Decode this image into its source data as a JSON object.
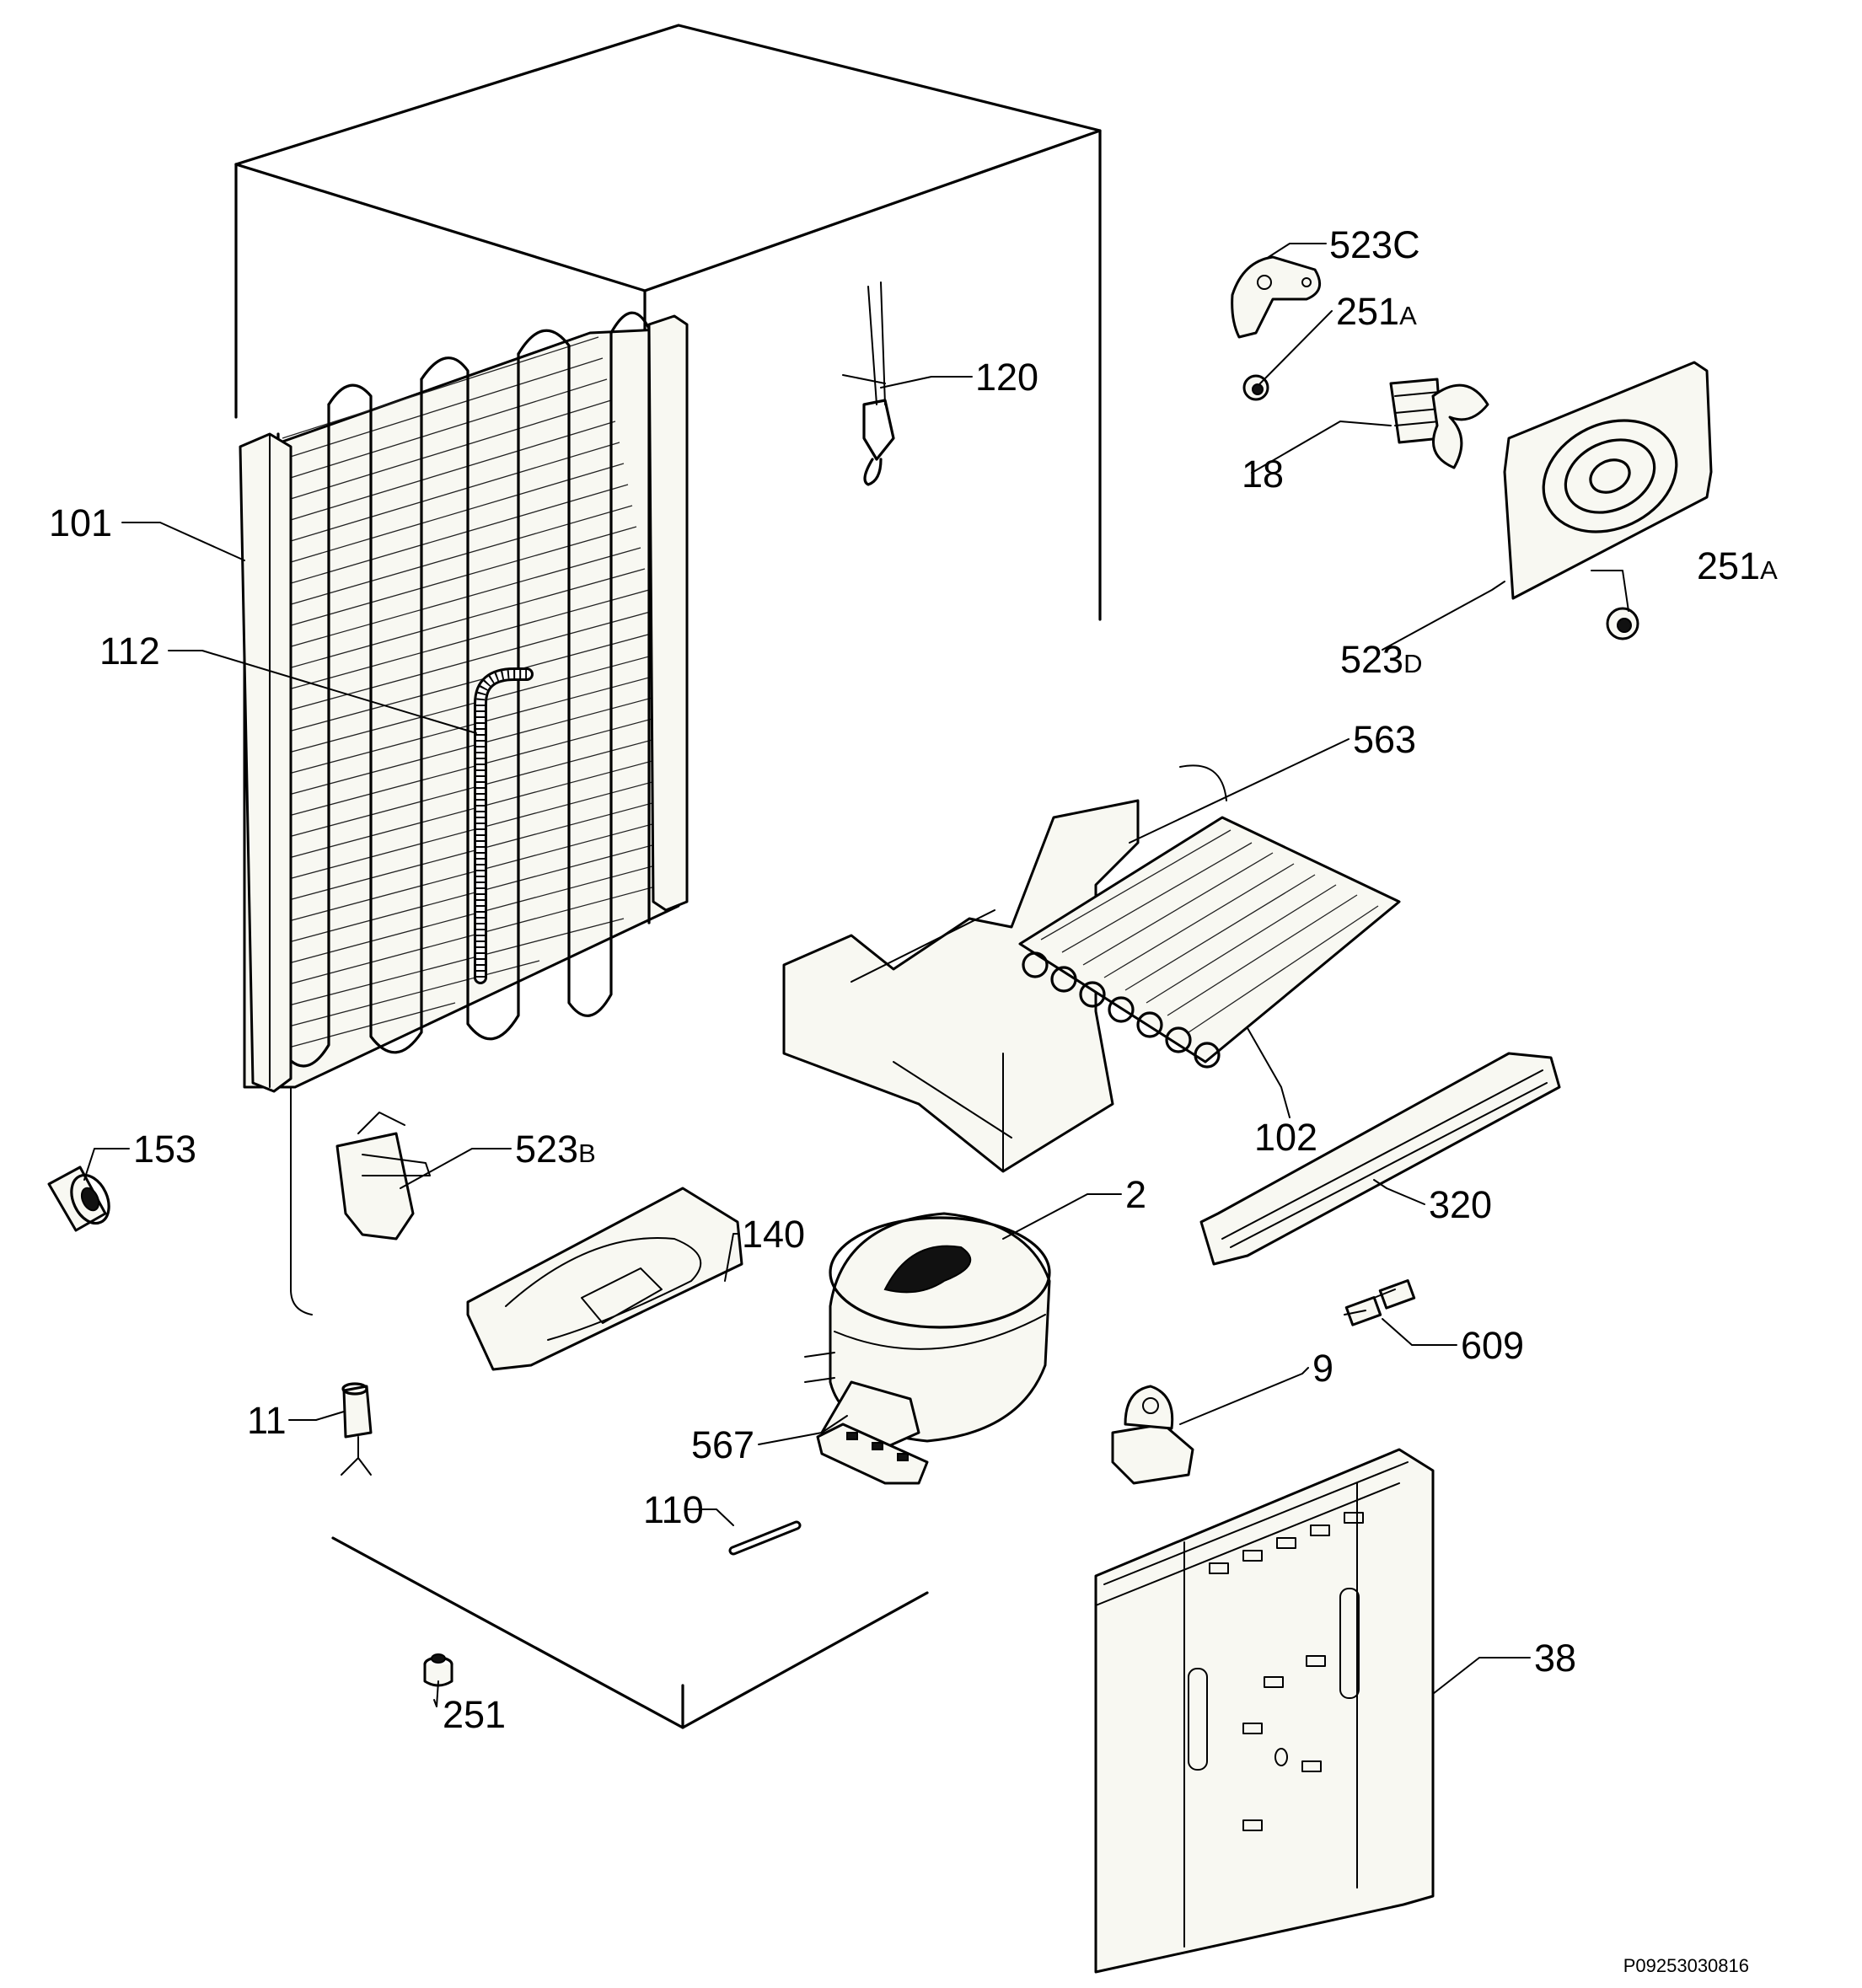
{
  "diagram": {
    "drawing_code": "P09253030816",
    "callouts": [
      {
        "id": "101",
        "number": "101",
        "suffix": ""
      },
      {
        "id": "112",
        "number": "112",
        "suffix": ""
      },
      {
        "id": "120",
        "number": "120",
        "suffix": ""
      },
      {
        "id": "523c",
        "number": "523",
        "suffix": "C"
      },
      {
        "id": "251a-top",
        "number": "251",
        "suffix": "A"
      },
      {
        "id": "18",
        "number": "18",
        "suffix": ""
      },
      {
        "id": "251a-right",
        "number": "251",
        "suffix": "A"
      },
      {
        "id": "523d",
        "number": "523",
        "suffix": "D"
      },
      {
        "id": "563",
        "number": "563",
        "suffix": ""
      },
      {
        "id": "102",
        "number": "102",
        "suffix": ""
      },
      {
        "id": "153",
        "number": "153",
        "suffix": ""
      },
      {
        "id": "523b",
        "number": "523",
        "suffix": "B"
      },
      {
        "id": "140",
        "number": "140",
        "suffix": ""
      },
      {
        "id": "2",
        "number": "2",
        "suffix": ""
      },
      {
        "id": "320",
        "number": "320",
        "suffix": ""
      },
      {
        "id": "609",
        "number": "609",
        "suffix": ""
      },
      {
        "id": "9",
        "number": "9",
        "suffix": ""
      },
      {
        "id": "567",
        "number": "567",
        "suffix": ""
      },
      {
        "id": "11",
        "number": "11",
        "suffix": ""
      },
      {
        "id": "110",
        "number": "110",
        "suffix": ""
      },
      {
        "id": "38",
        "number": "38",
        "suffix": ""
      },
      {
        "id": "251",
        "number": "251",
        "suffix": ""
      }
    ]
  }
}
